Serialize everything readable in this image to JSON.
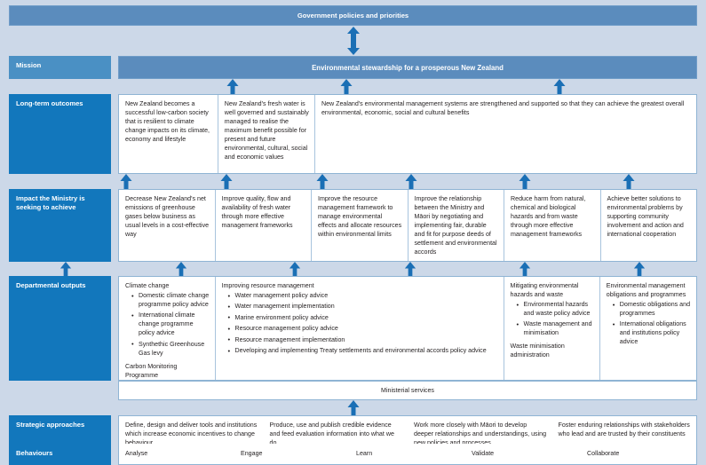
{
  "colors": {
    "background": "#ccd8e8",
    "label_blue": "#1277bc",
    "mission_blue": "#5b8cbd",
    "arrow_blue": "#1a6fb5",
    "box_border": "#8fb4d4"
  },
  "header": {
    "title": "Government policies and priorities"
  },
  "rows": {
    "mission": {
      "label": "Mission",
      "text": "Environmental stewardship for a prosperous New Zealand"
    },
    "long_term_outcomes": {
      "label": "Long-term outcomes",
      "items": [
        "New Zealand becomes a successful low-carbon society that is resilient to climate change impacts on its climate, economy and lifestyle",
        "New Zealand's fresh water is well governed and sustainably managed to realise the maximum benefit possible for present and future environmental, cultural, social and economic values",
        "New Zealand's environmental management systems are strengthened and supported so that they can achieve the greatest overall environmental, economic, social and cultural benefits"
      ]
    },
    "impact": {
      "label": "Impact the Ministry is seeking to achieve",
      "items": [
        "Decrease New Zealand's net emissions of greenhouse gases below business as usual levels in a cost-effective way",
        "Improve quality, flow and availability of fresh water through more effective management frameworks",
        "Improve the resource management framework to manage environmental effects and allocate resources within environmental limits",
        "Improve the relationship between the Ministry and Māori by negotiating and implementing fair, durable and fit for purpose deeds of settlement and environmental accords",
        "Reduce harm from natural, chemical and biological hazards and from waste through more effective management frameworks",
        "Achieve better solutions to environmental problems by supporting community involvement and action and international cooperation"
      ]
    },
    "departmental_outputs": {
      "label": "Departmental outputs",
      "groups": [
        {
          "heading": "Climate change",
          "bullets": [
            "Domestic climate change programme policy advice",
            "International climate change programme policy advice",
            "Synthethic Greenhouse Gas levy"
          ],
          "footer": "Carbon Monitoring Programme"
        },
        {
          "heading": "Improving resource management",
          "bullets": [
            "Water management policy advice",
            "Water management implementation",
            "Marine environment policy advice",
            "Resource management policy advice",
            "Resource management implementation",
            "Developing and implementing Treaty settlements and environmental accords policy advice"
          ],
          "footer": ""
        },
        {
          "heading": "Mitigating environmental hazards and waste",
          "bullets": [
            "Environmental hazards and waste policy advice",
            "Waste management and minimisation"
          ],
          "footer": "Waste minimisation administration"
        },
        {
          "heading": "Environmental management obligations and programmes",
          "bullets": [
            "Domestic obligations and programmes",
            "International obligations and institutions policy advice"
          ],
          "footer": ""
        }
      ],
      "ministerial_services": "Ministerial services"
    },
    "strategic_approaches": {
      "label": "Strategic approaches",
      "items": [
        "Define, design and deliver tools and institutions which increase economic incentives to change behaviour",
        "Produce, use and publish credible evidence and feed evaluation information into what we do",
        "Work more closely with Māori to develop deeper relationships and understandings, using new policies and processes",
        "Foster enduring relationships with stakeholders who lead and are trusted by their constituents"
      ]
    },
    "behaviours": {
      "label": "Behaviours",
      "items": [
        "Analyse",
        "Engage",
        "Learn",
        "Validate",
        "Collaborate"
      ]
    }
  }
}
